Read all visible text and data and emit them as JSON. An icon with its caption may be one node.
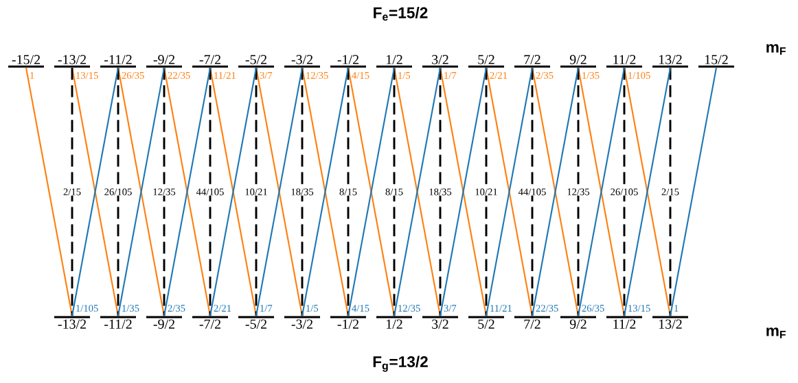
{
  "diagram": {
    "nodes": [
      {
        "text": [
          "-15/2"
        ]
      },
      {
        "text": [
          "-13/2"
        ]
      },
      {
        "text": [
          "-11/2"
        ]
      },
      {
        "text": [
          "-9/2"
        ]
      },
      {
        "text": [
          "-7/2"
        ]
      },
      {
        "text": [
          "-5/2"
        ]
      },
      {
        "text": [
          "-3/2"
        ]
      },
      {
        "text": [
          "-1/2"
        ]
      },
      {
        "text": [
          "1/2"
        ]
      },
      {
        "text": [
          "3/2"
        ]
      },
      {
        "text": [
          "5/2"
        ]
      },
      {
        "text": [
          "7/2"
        ]
      },
      {
        "text": [
          "9/2"
        ]
      },
      {
        "text": [
          "11/2"
        ]
      },
      {
        "text": [
          "13/2"
        ]
      },
      {
        "text": [
          "15/2"
        ]
      },
      {
        "text": [
          "-13/2"
        ]
      },
      {
        "text": [
          "-11/2"
        ]
      },
      {
        "text": [
          "-9/2"
        ]
      },
      {
        "text": [
          "-7/2"
        ]
      },
      {
        "text": [
          "-5/2"
        ]
      },
      {
        "text": [
          "-3/2"
        ]
      },
      {
        "text": [
          "-1/2"
        ]
      },
      {
        "text": [
          "1/2"
        ]
      },
      {
        "text": [
          "3/2"
        ]
      },
      {
        "text": [
          "5/2"
        ]
      },
      {
        "text": [
          "7/2"
        ]
      },
      {
        "text": [
          "9/2"
        ]
      },
      {
        "text": [
          "11/2"
        ]
      },
      {
        "text": [
          "13/2"
        ]
      }
    ],
    "edges": [
      {
        "from": 0,
        "to": 16,
        "arrow": "none",
        "label": "1",
        "color": "#ff7f0e"
      },
      {
        "from": 1,
        "to": 17,
        "arrow": "none",
        "label": "13/15",
        "color": "#ff7f0e"
      },
      {
        "from": 2,
        "to": 18,
        "arrow": "none",
        "label": "26/35",
        "color": "#ff7f0e"
      },
      {
        "from": 3,
        "to": 19,
        "arrow": "none",
        "label": "22/35",
        "color": "#ff7f0e"
      },
      {
        "from": 4,
        "to": 20,
        "arrow": "none",
        "label": "11/21",
        "color": "#ff7f0e"
      },
      {
        "from": 5,
        "to": 21,
        "arrow": "none",
        "label": "3/7",
        "color": "#ff7f0e"
      },
      {
        "from": 6,
        "to": 22,
        "arrow": "none",
        "label": "12/35",
        "color": "#ff7f0e"
      },
      {
        "from": 7,
        "to": 23,
        "arrow": "none",
        "label": "4/15",
        "color": "#ff7f0e"
      },
      {
        "from": 8,
        "to": 24,
        "arrow": "none",
        "label": "1/5",
        "color": "#ff7f0e"
      },
      {
        "from": 9,
        "to": 25,
        "arrow": "none",
        "label": "1/7",
        "color": "#ff7f0e"
      },
      {
        "from": 10,
        "to": 26,
        "arrow": "none",
        "label": "2/21",
        "color": "#ff7f0e"
      },
      {
        "from": 11,
        "to": 27,
        "arrow": "none",
        "label": "2/35",
        "color": "#ff7f0e"
      },
      {
        "from": 12,
        "to": 28,
        "arrow": "none",
        "label": "1/35",
        "color": "#ff7f0e"
      },
      {
        "from": 13,
        "to": 29,
        "arrow": "none",
        "label": "1/105",
        "color": "#ff7f0e"
      },
      {
        "from": 1,
        "to": 16,
        "arrow": "none",
        "label": "2/15",
        "style": "dashed",
        "color": "#000000"
      },
      {
        "from": 2,
        "to": 17,
        "arrow": "none",
        "label": "26/105",
        "style": "dashed",
        "color": "#000000"
      },
      {
        "from": 3,
        "to": 18,
        "arrow": "none",
        "label": "12/35",
        "style": "dashed",
        "color": "#000000"
      },
      {
        "from": 4,
        "to": 19,
        "arrow": "none",
        "label": "44/105",
        "style": "dashed",
        "color": "#000000"
      },
      {
        "from": 5,
        "to": 20,
        "arrow": "none",
        "label": "10/21",
        "style": "dashed",
        "color": "#000000"
      },
      {
        "from": 6,
        "to": 21,
        "arrow": "none",
        "label": "18/35",
        "style": "dashed",
        "color": "#000000"
      },
      {
        "from": 7,
        "to": 22,
        "arrow": "none",
        "label": "8/15",
        "style": "dashed",
        "color": "#000000"
      },
      {
        "from": 8,
        "to": 23,
        "arrow": "none",
        "label": "8/15",
        "style": "dashed",
        "color": "#000000"
      },
      {
        "from": 9,
        "to": 24,
        "arrow": "none",
        "label": "18/35",
        "style": "dashed",
        "color": "#000000"
      },
      {
        "from": 10,
        "to": 25,
        "arrow": "none",
        "label": "10/21",
        "style": "dashed",
        "color": "#000000"
      },
      {
        "from": 11,
        "to": 26,
        "arrow": "none",
        "label": "44/105",
        "style": "dashed",
        "color": "#000000"
      },
      {
        "from": 12,
        "to": 27,
        "arrow": "none",
        "label": "12/35",
        "style": "dashed",
        "color": "#000000"
      },
      {
        "from": 13,
        "to": 28,
        "arrow": "none",
        "label": "26/105",
        "style": "dashed",
        "color": "#000000"
      },
      {
        "from": 14,
        "to": 29,
        "arrow": "none",
        "label": "2/15",
        "style": "dashed",
        "color": "#000000"
      },
      {
        "from": 16,
        "to": 2,
        "arrow": "none",
        "label": "1/105",
        "color": "#1f77b4"
      },
      {
        "from": 17,
        "to": 3,
        "arrow": "none",
        "label": "1/35",
        "color": "#1f77b4"
      },
      {
        "from": 18,
        "to": 4,
        "arrow": "none",
        "label": "2/35",
        "color": "#1f77b4"
      },
      {
        "from": 19,
        "to": 5,
        "arrow": "none",
        "label": "2/21",
        "color": "#1f77b4"
      },
      {
        "from": 20,
        "to": 6,
        "arrow": "none",
        "label": "1/7",
        "color": "#1f77b4"
      },
      {
        "from": 21,
        "to": 7,
        "arrow": "none",
        "label": "1/5",
        "color": "#1f77b4"
      },
      {
        "from": 22,
        "to": 8,
        "arrow": "none",
        "label": "4/15",
        "color": "#1f77b4"
      },
      {
        "from": 23,
        "to": 9,
        "arrow": "none",
        "label": "12/35",
        "color": "#1f77b4"
      },
      {
        "from": 24,
        "to": 10,
        "arrow": "none",
        "label": "3/7",
        "color": "#1f77b4"
      },
      {
        "from": 25,
        "to": 11,
        "arrow": "none",
        "label": "11/21",
        "color": "#1f77b4"
      },
      {
        "from": 26,
        "to": 12,
        "arrow": "none",
        "label": "22/35",
        "color": "#1f77b4"
      },
      {
        "from": 27,
        "to": 13,
        "arrow": "none",
        "label": "26/35",
        "color": "#1f77b4"
      },
      {
        "from": 28,
        "to": 14,
        "arrow": "none",
        "label": "13/15",
        "color": "#1f77b4"
      },
      {
        "from": 29,
        "to": 15,
        "arrow": "none",
        "label": "1",
        "color": "#1f77b4"
      }
    ],
    "labels": [
      "F$_{e}$=15/2",
      "m$_{F}$",
      "m$_{F}$",
      "F$_{g}$=13/2"
    ]
  }
}
